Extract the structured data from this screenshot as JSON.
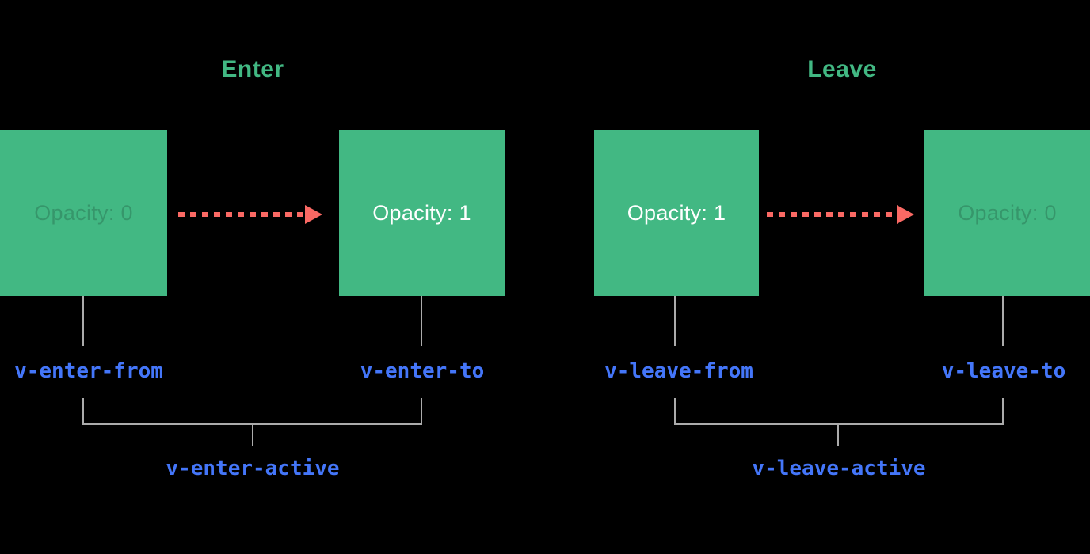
{
  "sections": {
    "enter": {
      "title": "Enter",
      "from_box_label": "Opacity: 0",
      "to_box_label": "Opacity: 1",
      "from_class": "v-enter-from",
      "to_class": "v-enter-to",
      "active_class": "v-enter-active",
      "arrow_icon": "dashed-arrow-right-icon"
    },
    "leave": {
      "title": "Leave",
      "from_box_label": "Opacity: 1",
      "to_box_label": "Opacity: 0",
      "from_class": "v-leave-from",
      "to_class": "v-leave-to",
      "active_class": "v-leave-active",
      "arrow_icon": "dashed-arrow-right-icon"
    }
  },
  "colors": {
    "background": "#000000",
    "green": "#42b883",
    "arrow_red": "#fa6964",
    "class_blue": "#4476f9",
    "line_gray": "#ababab",
    "box_text_light": "#ffffff"
  }
}
